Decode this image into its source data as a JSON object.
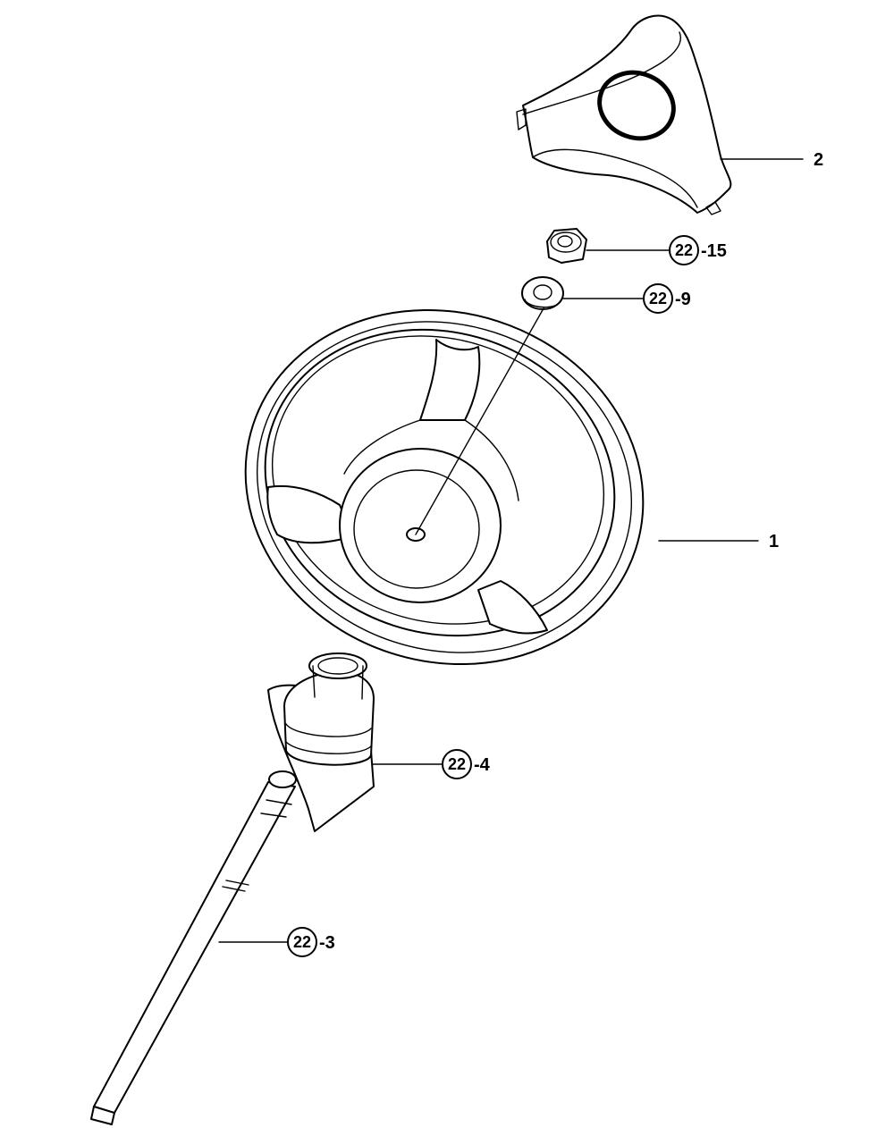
{
  "callouts": [
    {
      "id": "horn-pad",
      "number": "2",
      "suffix": ""
    },
    {
      "id": "nut",
      "number": "22",
      "suffix": "-15"
    },
    {
      "id": "washer",
      "number": "22",
      "suffix": "-9"
    },
    {
      "id": "steering-wheel",
      "number": "1",
      "suffix": ""
    },
    {
      "id": "column-boot",
      "number": "22",
      "suffix": "-4"
    },
    {
      "id": "steering-shaft",
      "number": "22",
      "suffix": "-3"
    }
  ]
}
